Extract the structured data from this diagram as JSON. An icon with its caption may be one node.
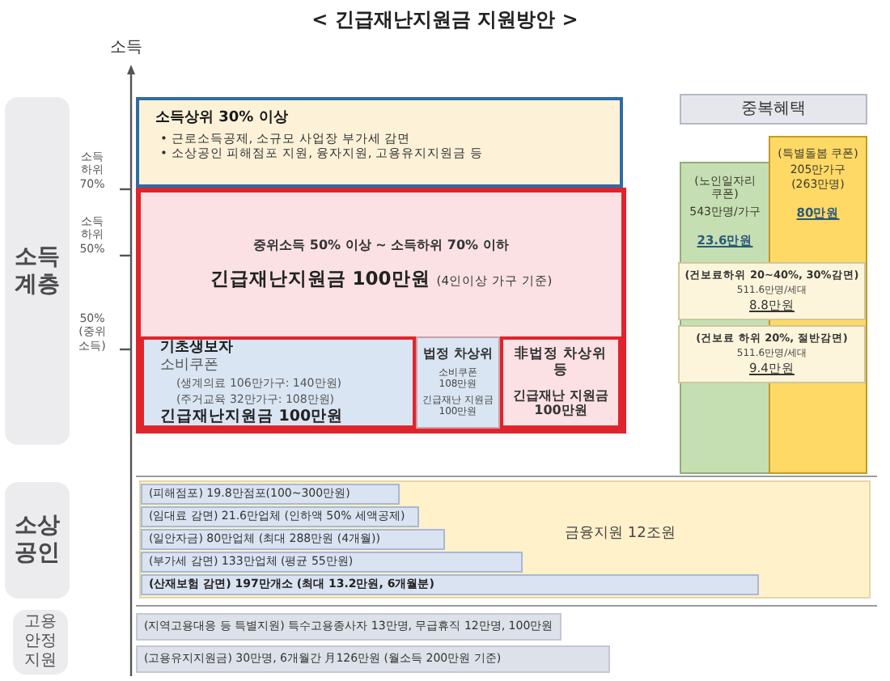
{
  "diagram": {
    "title": "< 긴급재난지원금 지원방안 >",
    "nodes": [
      {
        "text": [
          "소득계층"
        ]
      },
      {
        "text": [
          "소득상위 30% 이상",
          "• 근로소득공제, 소규모 사업장 부가세 감면",
          "• 소상공인 피해점포 지원, 융자지원, 고용유지지원금 등"
        ]
      },
      {
        "text": [
          "중복혜택"
        ]
      },
      {
        "text": [
          "(노인일자리 쿠폰)",
          "543만명/가구",
          "23.6만원"
        ]
      },
      {
        "text": [
          "(특별돌봄 쿠폰)",
          "205만가구 (263만명)",
          "80만원"
        ]
      },
      {
        "text": [
          "중위소득 50% 이상 ~ 소득하위 70% 이하",
          "긴급재난지원금 100만원",
          "(4인이상 가구 기준)"
        ]
      },
      {
        "text": [
          "기초생보자",
          "소비쿠폰",
          "(생계의료 106만가구: 140만원)",
          "(주거교육 32만가구: 108만원)",
          "긴급재난지원금 100만원"
        ],
        "in": 5
      },
      {
        "text": [
          "법정 차상위",
          "소비쿠폰 108만원",
          "긴급재난 지원금 100만원"
        ],
        "in": 5
      },
      {
        "text": [
          "非법정 차상위 등",
          "긴급재난 지원금 100만원"
        ],
        "in": 5
      },
      {
        "text": [
          "(건보료하위 20~40%, 30%감면)",
          "511.6만명/세대",
          "8.8만원"
        ]
      },
      {
        "text": [
          "(건보료 하위 20%, 절반감면)",
          "511.6만명/세대",
          "9.4만원"
        ]
      },
      {
        "text": [
          "소상공인"
        ]
      },
      {
        "text": [
          "금융지원 12조원"
        ]
      },
      {
        "text": [
          "(피해점포) 19.8만점포(100~300만원)"
        ],
        "in": 12
      },
      {
        "text": [
          "(임대료 감면) 21.6만업체 (인하액 50% 세액공제)"
        ],
        "in": 12
      },
      {
        "text": [
          "(일안자금) 80만업체 (최대 288만원 (4개월))"
        ],
        "in": 12
      },
      {
        "text": [
          "(부가세 감면) 133만업체 (평균 55만원)"
        ],
        "in": 12
      },
      {
        "text": [
          "(산재보험 감면) 197만개소 (최대 13.2만원, 6개월분)"
        ],
        "in": 12
      },
      {
        "text": [
          "고용안정지원"
        ]
      },
      {
        "text": [
          "(지역고용대응 등 특별지원) 특수고용종사자 13만명, 무급휴직 12만명, 100만원"
        ]
      },
      {
        "text": [
          "(고용유지지원금) 30만명, 6개월간 月126만원 (월소득 200만원 기준)"
        ]
      }
    ],
    "labels": [
      "소득",
      "소득 하위 70%",
      "소득 하위 50%",
      "50% (중위 소득)"
    ]
  }
}
